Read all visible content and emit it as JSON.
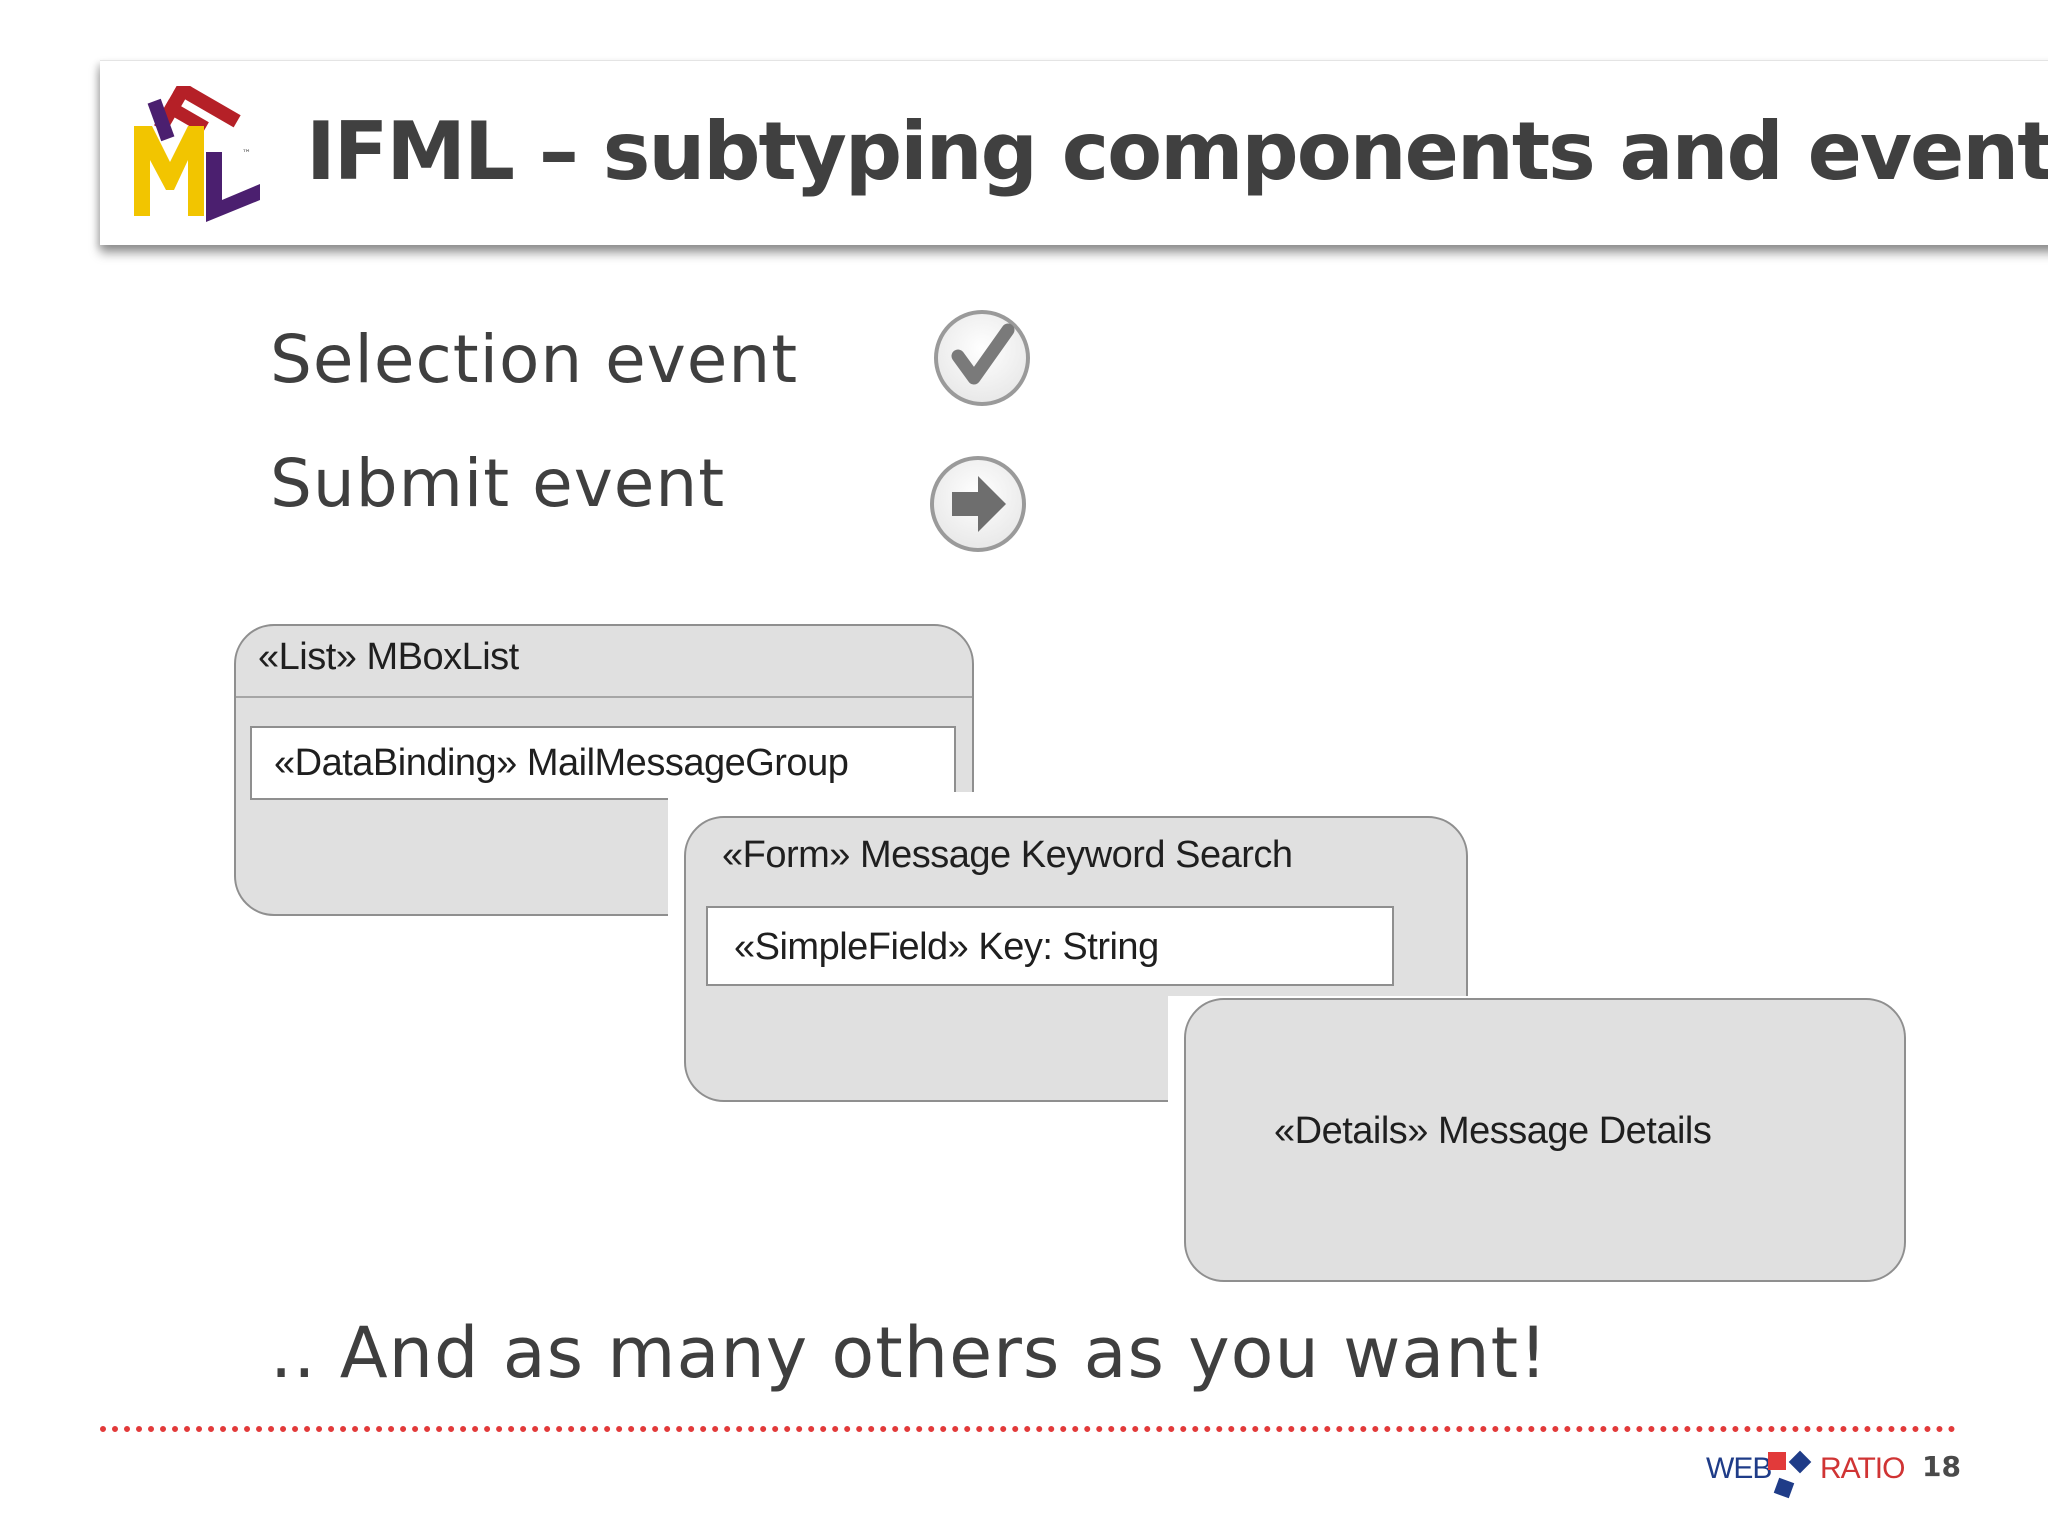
{
  "slide": {
    "title": "IFML – subtyping components and events",
    "logo_letters": "IFML",
    "logo_tm": "™"
  },
  "events": {
    "selection_label": "Selection event",
    "selection_icon": "checkmark-circle-icon",
    "submit_label": "Submit event",
    "submit_icon": "arrow-circle-icon"
  },
  "diagram": {
    "list_header": "«List» MBoxList",
    "list_binding": "«DataBinding» MailMessageGroup",
    "form_header": "«Form» Message Keyword Search",
    "form_field": "«SimpleField» Key: String",
    "details_label": "«Details» Message Details"
  },
  "closing": ".. And as many others as you want!",
  "footer": {
    "brand_web": "WEB",
    "brand_ratio": "RATIO",
    "page_number": "18"
  },
  "colors": {
    "title_text": "#404040",
    "box_fill": "#e0e0e0",
    "box_border": "#8f8f8f",
    "footer_rule": "#e23a3a",
    "logo_yellow": "#f2c500",
    "logo_red": "#b52027",
    "logo_purple": "#4b1f6f"
  }
}
